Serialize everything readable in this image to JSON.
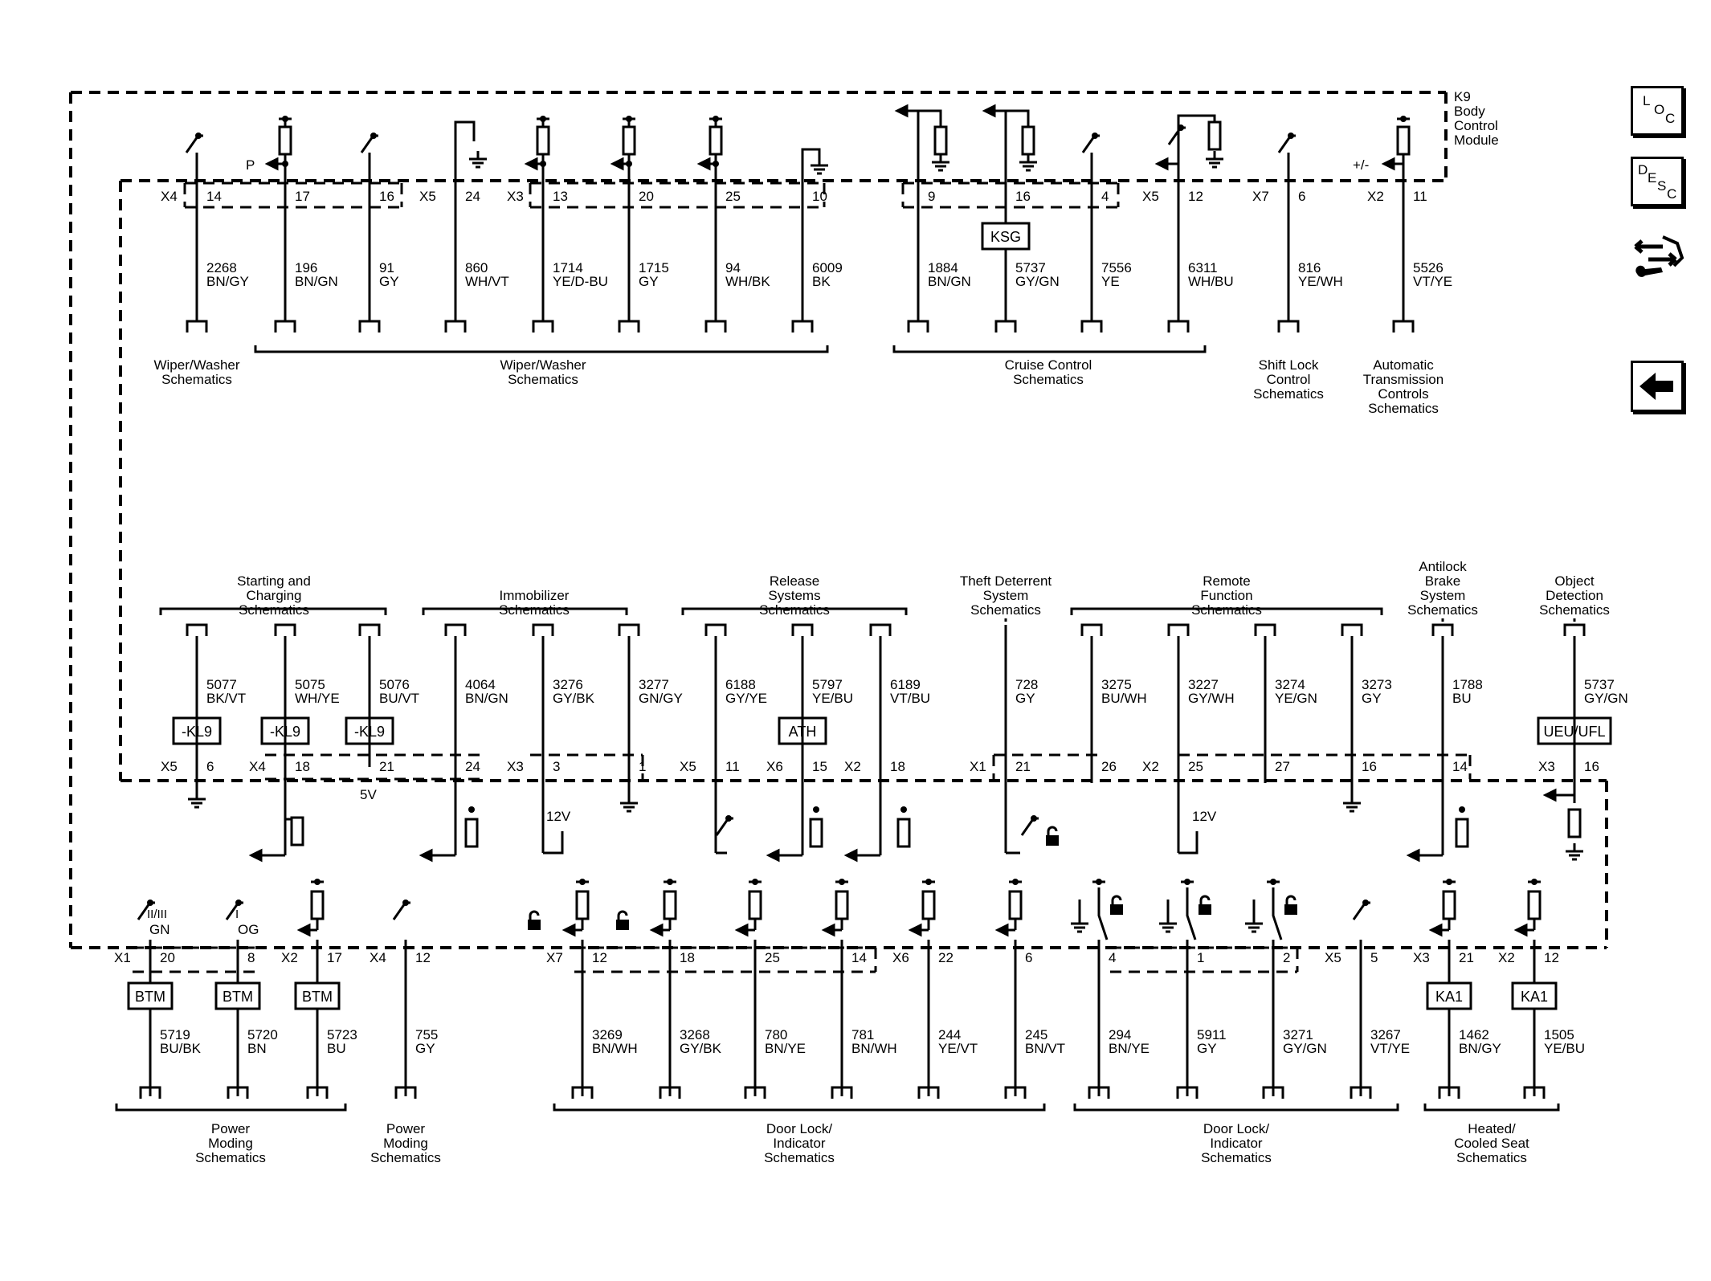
{
  "module": {
    "name": "K9",
    "lines": [
      "Body",
      "Control",
      "Module"
    ]
  },
  "side_buttons": {
    "loc": [
      "L",
      "O",
      "C"
    ],
    "desc": [
      "D",
      "E",
      "S",
      "C"
    ]
  },
  "top_circuits": [
    {
      "connector": "X4",
      "pin": "14",
      "wire": "2268",
      "color": "BN/GY"
    },
    {
      "connector": "",
      "pin": "17",
      "wire": "196",
      "color": "BN/GN"
    },
    {
      "connector": "",
      "pin": "16",
      "wire": "91",
      "color": "GY"
    },
    {
      "connector": "X5",
      "pin": "24",
      "wire": "860",
      "color": "WH/VT"
    },
    {
      "connector": "X3",
      "pin": "13",
      "wire": "1714",
      "color": "YE/D-BU"
    },
    {
      "connector": "",
      "pin": "20",
      "wire": "1715",
      "color": "GY"
    },
    {
      "connector": "",
      "pin": "25",
      "wire": "94",
      "color": "WH/BK"
    },
    {
      "connector": "",
      "pin": "10",
      "wire": "6009",
      "color": "BK"
    },
    {
      "connector": "",
      "pin": "9",
      "wire": "1884",
      "color": "BN/GN"
    },
    {
      "connector": "",
      "pin": "16",
      "wire": "5737",
      "color": "GY/GN"
    },
    {
      "connector": "",
      "pin": "4",
      "wire": "7556",
      "color": "YE"
    },
    {
      "connector": "X5",
      "pin": "12",
      "wire": "6311",
      "color": "WH/BU"
    },
    {
      "connector": "X7",
      "pin": "6",
      "wire": "816",
      "color": "YE/WH"
    },
    {
      "connector": "X2",
      "pin": "11",
      "wire": "5526",
      "color": "VT/YE"
    }
  ],
  "top_marks": {
    "p": "P",
    "pm": "+/-",
    "ksg": "KSG"
  },
  "top_groups": [
    {
      "lines": [
        "Wiper/Washer",
        "Schematics"
      ]
    },
    {
      "lines": [
        "Wiper/Washer",
        "Schematics"
      ]
    },
    {
      "lines": [
        "Cruise Control",
        "Schematics"
      ]
    },
    {
      "lines": [
        "Shift Lock",
        "Control",
        "Schematics"
      ]
    },
    {
      "lines": [
        "Automatic",
        "Transmission",
        "Controls",
        "Schematics"
      ]
    }
  ],
  "mid_groups": [
    {
      "lines": [
        "Starting and",
        "Charging",
        "Schematics"
      ]
    },
    {
      "lines": [
        "Immobilizer",
        "Schematics"
      ]
    },
    {
      "lines": [
        "Release",
        "Systems",
        "Schematics"
      ]
    },
    {
      "lines": [
        "Theft Deterrent",
        "System",
        "Schematics"
      ]
    },
    {
      "lines": [
        "Remote",
        "Function",
        "Schematics"
      ]
    },
    {
      "lines": [
        "Antilock",
        "Brake",
        "System",
        "Schematics"
      ]
    },
    {
      "lines": [
        "Object",
        "Detection",
        "Schematics"
      ]
    }
  ],
  "mid_circuits": [
    {
      "connector": "X5",
      "pin": "6",
      "wire": "5077",
      "color": "BK/VT",
      "box": "-KL9"
    },
    {
      "connector": "X4",
      "pin": "18",
      "wire": "5075",
      "color": "WH/YE",
      "box": "-KL9"
    },
    {
      "connector": "",
      "pin": "21",
      "wire": "5076",
      "color": "BU/VT",
      "box": "-KL9"
    },
    {
      "connector": "",
      "pin": "24",
      "wire": "4064",
      "color": "BN/GN",
      "box": ""
    },
    {
      "connector": "X3",
      "pin": "3",
      "wire": "3276",
      "color": "GY/BK",
      "box": ""
    },
    {
      "connector": "",
      "pin": "1",
      "wire": "3277",
      "color": "GN/GY",
      "box": ""
    },
    {
      "connector": "X5",
      "pin": "11",
      "wire": "6188",
      "color": "GY/YE",
      "box": ""
    },
    {
      "connector": "X6",
      "pin": "15",
      "wire": "5797",
      "color": "YE/BU",
      "box": "ATH"
    },
    {
      "connector": "X2",
      "pin": "18",
      "wire": "6189",
      "color": "VT/BU",
      "box": ""
    },
    {
      "connector": "X1",
      "pin": "21",
      "wire": "728",
      "color": "GY",
      "box": ""
    },
    {
      "connector": "",
      "pin": "26",
      "wire": "3275",
      "color": "BU/WH",
      "box": ""
    },
    {
      "connector": "X2",
      "pin": "25",
      "wire": "3227",
      "color": "GY/WH",
      "box": ""
    },
    {
      "connector": "",
      "pin": "27",
      "wire": "3274",
      "color": "YE/GN",
      "box": ""
    },
    {
      "connector": "",
      "pin": "16",
      "wire": "3273",
      "color": "GY",
      "box": ""
    },
    {
      "connector": "",
      "pin": "14",
      "wire": "1788",
      "color": "BU",
      "box": ""
    },
    {
      "connector": "X3",
      "pin": "16",
      "wire": "5737",
      "color": "GY/GN",
      "box": "UEU/UFL"
    }
  ],
  "mid_marks": {
    "v5": "5V",
    "v12a": "12V",
    "v12b": "12V"
  },
  "bot_circuits": [
    {
      "connector": "X1",
      "pin": "20",
      "wire": "5719",
      "color": "BU/BK",
      "box": "BTM"
    },
    {
      "connector": "",
      "pin": "8",
      "wire": "5720",
      "color": "BN",
      "box": "BTM"
    },
    {
      "connector": "X2",
      "pin": "17",
      "wire": "5723",
      "color": "BU",
      "box": "BTM"
    },
    {
      "connector": "X4",
      "pin": "12",
      "wire": "755",
      "color": "GY",
      "box": ""
    },
    {
      "connector": "X7",
      "pin": "12",
      "wire": "3269",
      "color": "BN/WH",
      "box": ""
    },
    {
      "connector": "",
      "pin": "18",
      "wire": "3268",
      "color": "GY/BK",
      "box": ""
    },
    {
      "connector": "",
      "pin": "25",
      "wire": "780",
      "color": "BN/YE",
      "box": ""
    },
    {
      "connector": "",
      "pin": "14",
      "wire": "781",
      "color": "BN/WH",
      "box": ""
    },
    {
      "connector": "X6",
      "pin": "22",
      "wire": "244",
      "color": "YE/VT",
      "box": ""
    },
    {
      "connector": "",
      "pin": "6",
      "wire": "245",
      "color": "BN/VT",
      "box": ""
    },
    {
      "connector": "",
      "pin": "4",
      "wire": "294",
      "color": "BN/YE",
      "box": ""
    },
    {
      "connector": "",
      "pin": "1",
      "wire": "5911",
      "color": "GY",
      "box": ""
    },
    {
      "connector": "",
      "pin": "2",
      "wire": "3271",
      "color": "GY/GN",
      "box": ""
    },
    {
      "connector": "X5",
      "pin": "5",
      "wire": "3267",
      "color": "VT/YE",
      "box": ""
    },
    {
      "connector": "X3",
      "pin": "21",
      "wire": "1462",
      "color": "BN/GY",
      "box": "KA1"
    },
    {
      "connector": "X2",
      "pin": "12",
      "wire": "1505",
      "color": "YE/BU",
      "box": "KA1"
    }
  ],
  "bot_marks": {
    "s1": "II/III",
    "s1b": "GN",
    "s2": "I",
    "s2b": "OG"
  },
  "bot_groups": [
    {
      "lines": [
        "Power",
        "Moding",
        "Schematics"
      ]
    },
    {
      "lines": [
        "Power",
        "Moding",
        "Schematics"
      ]
    },
    {
      "lines": [
        "Door Lock/",
        "Indicator",
        "Schematics"
      ]
    },
    {
      "lines": [
        "Door Lock/",
        "Indicator",
        "Schematics"
      ]
    },
    {
      "lines": [
        "Heated/",
        "Cooled Seat",
        "Schematics"
      ]
    }
  ]
}
